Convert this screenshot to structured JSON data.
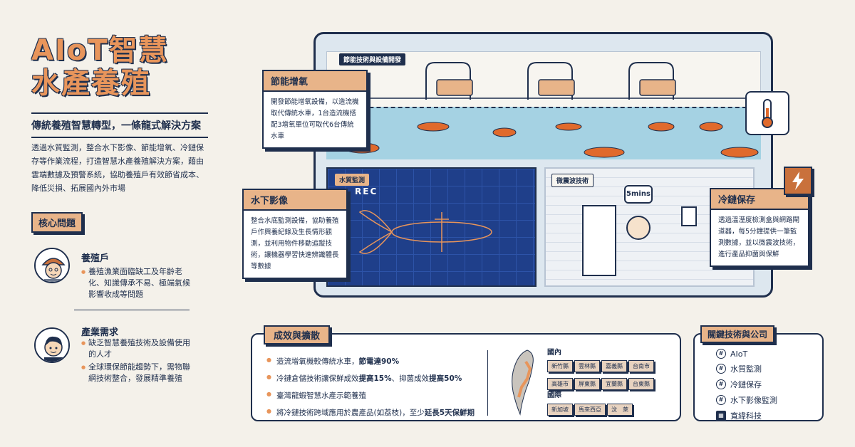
{
  "title": {
    "line1": "AIoT智慧",
    "line2": "水產養殖"
  },
  "subtitle": "傳統養殖智慧轉型，一條龍式解決方案",
  "intro": "透過水質監測，整合水下影像、節能增氧、冷鏈保存等作業流程，打造智慧水產養殖解決方案，藉由雲端數據及預警系統，協助養殖戶有效節省成本、降低災損、拓展國內外市場",
  "core": {
    "tag": "核心問題",
    "farmer": {
      "role": "養殖戶",
      "items": [
        "養殖漁業面臨缺工及年齡老化、知識傳承不易、極端氣候影響收成等問題"
      ]
    },
    "industry": {
      "role": "產業需求",
      "items": [
        "缺乏智慧養殖技術及設備使用的人才",
        "全球環保節能趨勢下，需物聯網技術整合，發展精準養殖"
      ]
    }
  },
  "scene": {
    "top_label": "節能技術與設備開發",
    "energy": {
      "title": "節能增氧",
      "body": "開發節能增氧設備，以造流機取代傳統水車，1台造流機搭配3增氧單位可取代6台傳統水車"
    },
    "water_label": "水質監測",
    "rec": "REC",
    "underwater": {
      "title": "水下影像",
      "body": "整合水底監測設備，協助養殖戶作興養紀錄及生長情形觀測，並利用物件移動追蹤技術，讓機器學習快速辨識體長等數據"
    },
    "ultrasonic_label": "微震波技術",
    "timer": "5mins",
    "cold": {
      "title": "冷鏈保存",
      "body": "透過溫溼度檢測盒與網路閘道器，每5分鐘提供一筆監測數據，並以微震波技術，進行產品抑菌與保鮮"
    }
  },
  "results": {
    "tag": "成效與擴散",
    "items": [
      {
        "text": "造流增氧機較傳統水車，",
        "bold": "節電達90%"
      },
      {
        "text": "冷鏈倉儲技術讓保鮮成效",
        "bold": "提高15%",
        "text2": "、抑菌成效",
        "bold2": "提高50%"
      },
      {
        "text": "臺灣龍蝦智慧水產示範養殖",
        "bold": ""
      },
      {
        "text": "將冷鏈技術跨域應用於農產品(如荔枝)，至少",
        "bold": "延長5天保鮮期"
      }
    ],
    "domestic_label": "國內",
    "domestic": [
      "新竹縣",
      "雲林縣",
      "嘉義縣",
      "台南市",
      "高雄市",
      "屏東縣",
      "宜蘭縣",
      "台東縣"
    ],
    "intl_label": "國際",
    "international": [
      "新加坡",
      "馬來西亞",
      "汶　萊"
    ]
  },
  "keytech": {
    "tag": "關鍵技術與公司",
    "items": [
      "AIoT",
      "水質監測",
      "冷鏈保存",
      "水下影像監測"
    ],
    "company": "寬緯科技"
  },
  "colors": {
    "navy": "#1f2f4d",
    "orange": "#e8955b",
    "peach": "#e8b489",
    "water": "#a5d2e3",
    "screen": "#1f3f8a"
  }
}
